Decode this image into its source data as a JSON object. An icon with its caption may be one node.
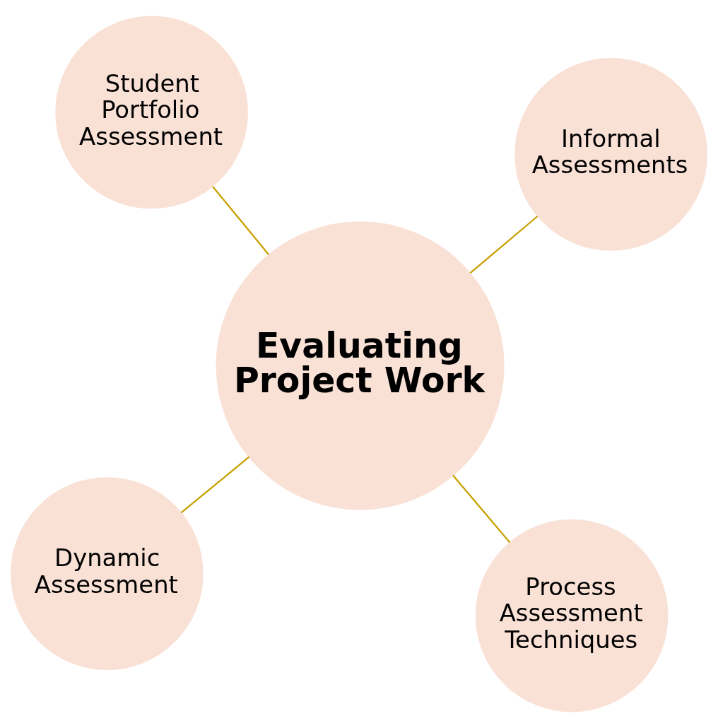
{
  "diagram": {
    "nodes": [
      {
        "text": [
          "Dynamic Assessment"
        ]
      },
      {
        "text": [
          "Process Assessment Techniques"
        ]
      },
      {
        "text": [
          "Evaluating Project Work"
        ]
      },
      {
        "text": [
          "Student Portfolio Assessment"
        ]
      },
      {
        "text": [
          "Informal Assessments"
        ]
      }
    ],
    "edges": [
      {
        "from": 2,
        "to": 0,
        "arrow": "none"
      },
      {
        "from": 2,
        "to": 1,
        "arrow": "none"
      },
      {
        "from": 2,
        "to": 3,
        "arrow": "none"
      },
      {
        "from": 2,
        "to": 4,
        "arrow": "none"
      }
    ]
  }
}
